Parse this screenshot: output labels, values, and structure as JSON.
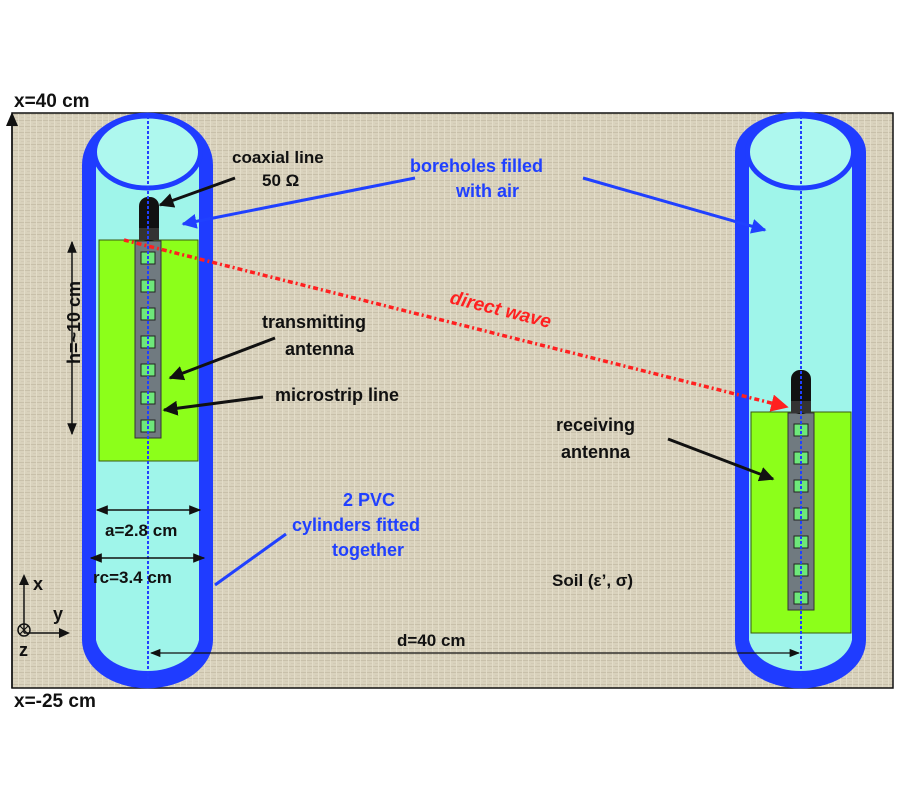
{
  "diagram": {
    "title": "Cross-borehole antenna measurement setup in soil",
    "colors": {
      "soil": "#d9d2bd",
      "pvc_wall": "#1f3cff",
      "air_fill": "#9ff5ea",
      "antenna_substrate": "#8cff1a",
      "microstrip": "#707a80",
      "patch": "#6ee87a",
      "coax": "#111111",
      "direct_wave": "#ff2020",
      "blue_text": "#2040ff",
      "black_text": "#111111"
    },
    "axis_labels": {
      "top": "x=40 cm",
      "bottom": "x=-25 cm"
    },
    "coordinate_system": {
      "x": "x",
      "y": "y",
      "z": "z"
    },
    "labels": {
      "coaxial_line_1": "coaxial line",
      "coaxial_line_2": "50 Ω",
      "boreholes_1": "boreholes filled",
      "boreholes_2": "with air",
      "direct_wave": "direct wave",
      "transmitting_1": "transmitting",
      "transmitting_2": "antenna",
      "microstrip": "microstrip line",
      "receiving_1": "receiving",
      "receiving_2": "antenna",
      "pvc_1": "2 PVC",
      "pvc_2": "cylinders fitted",
      "pvc_3": "together",
      "soil": "Soil (ε’, σ)",
      "height": "h=~10 cm",
      "a_dim": "a=2.8 cm",
      "rc_dim": "rc=3.4 cm",
      "distance": "d=40 cm"
    },
    "antenna_patch_count": 7
  }
}
